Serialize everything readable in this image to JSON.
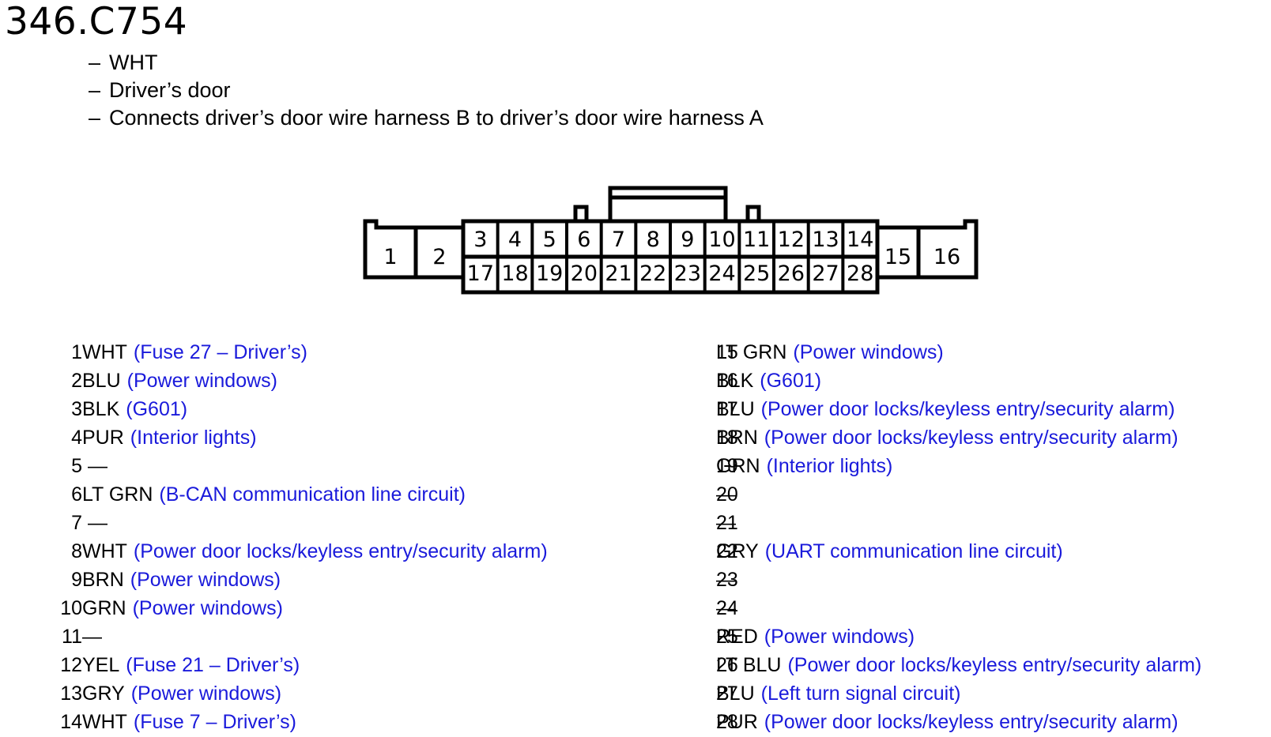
{
  "header": {
    "title": "346.C754",
    "notes": [
      "WHT",
      "Driver’s door",
      "Connects driver’s door wire harness B to driver’s door wire harness A"
    ]
  },
  "connector": {
    "top_row_pins": [
      "3",
      "4",
      "5",
      "6",
      "7",
      "8",
      "9",
      "10",
      "11",
      "12",
      "13",
      "14"
    ],
    "bottom_row_pins": [
      "17",
      "18",
      "19",
      "20",
      "21",
      "22",
      "23",
      "24",
      "25",
      "26",
      "27",
      "28"
    ],
    "large_pins": [
      "1",
      "2",
      "15",
      "16"
    ]
  },
  "pins_left": [
    {
      "num": "1",
      "wire": "WHT",
      "desc": "(Fuse 27 – Driver’s)"
    },
    {
      "num": "2",
      "wire": "BLU",
      "desc": "(Power windows)"
    },
    {
      "num": "3",
      "wire": "BLK",
      "desc": "(G601)"
    },
    {
      "num": "4",
      "wire": "PUR",
      "desc": "(Interior lights)"
    },
    {
      "num": "5",
      "wire": " —",
      "desc": ""
    },
    {
      "num": "6",
      "wire": "LT GRN",
      "desc": "(B-CAN communication line circuit)"
    },
    {
      "num": "7",
      "wire": " —",
      "desc": ""
    },
    {
      "num": "8",
      "wire": "WHT",
      "desc": "(Power door locks/keyless entry/security alarm)"
    },
    {
      "num": "9",
      "wire": "BRN",
      "desc": "(Power windows)"
    },
    {
      "num": "10",
      "wire": "GRN",
      "desc": "(Power windows)"
    },
    {
      "num": "11",
      "wire": "—",
      "desc": ""
    },
    {
      "num": "12",
      "wire": "YEL",
      "desc": "(Fuse 21 – Driver’s)"
    },
    {
      "num": "13",
      "wire": "GRY",
      "desc": "(Power windows)"
    },
    {
      "num": "14",
      "wire": "WHT",
      "desc": "(Fuse 7 – Driver’s)"
    }
  ],
  "pins_right": [
    {
      "num": "15",
      "wire": "LT GRN",
      "desc": "(Power windows)"
    },
    {
      "num": "16",
      "wire": "BLK",
      "desc": "(G601)"
    },
    {
      "num": "17",
      "wire": "BLU",
      "desc": "(Power door locks/keyless entry/security alarm)"
    },
    {
      "num": "18",
      "wire": "BRN",
      "desc": "(Power door locks/keyless entry/security alarm)"
    },
    {
      "num": "19",
      "wire": "GRN",
      "desc": "(Interior lights)"
    },
    {
      "num": "20",
      "wire": "—",
      "desc": ""
    },
    {
      "num": "21",
      "wire": "—",
      "desc": ""
    },
    {
      "num": "22",
      "wire": "GRY",
      "desc": "(UART communication line circuit)"
    },
    {
      "num": "23",
      "wire": "—",
      "desc": ""
    },
    {
      "num": "24",
      "wire": "—",
      "desc": ""
    },
    {
      "num": "25",
      "wire": "RED",
      "desc": "(Power windows)"
    },
    {
      "num": "26",
      "wire": "LT BLU",
      "desc": "(Power door locks/keyless entry/security alarm)"
    },
    {
      "num": "27",
      "wire": "BLU",
      "desc": "(Left turn signal circuit)"
    },
    {
      "num": "28",
      "wire": "PUR",
      "desc": "(Power door locks/keyless entry/security alarm)"
    }
  ]
}
